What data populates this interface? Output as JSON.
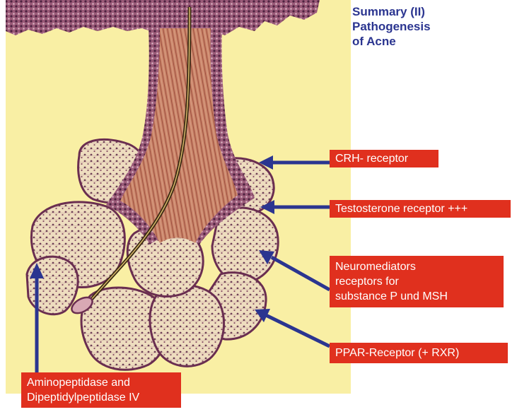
{
  "title": {
    "line1": "Summary (II)",
    "line2": "Pathogenesis",
    "line3": "of Acne"
  },
  "labels": {
    "crh": "CRH- receptor",
    "testosterone": "Testosterone receptor +++",
    "neuro_line1": "Neuromediators",
    "neuro_line2": "receptors for",
    "neuro_line3": "substance P und MSH",
    "ppar": "PPAR-Receptor (+ RXR)",
    "amino_line1": "Aminopeptidase and",
    "amino_line2": "Dipeptidylpeptidase IV"
  },
  "colors": {
    "background_panel": "#f9efa4",
    "label_fill": "#e0301e",
    "arrow": "#2b3590",
    "title": "#2b3590",
    "tissue_dark": "#7a3a5c",
    "tissue_gland": "#eeddbf",
    "hair": "#3a2a14"
  }
}
